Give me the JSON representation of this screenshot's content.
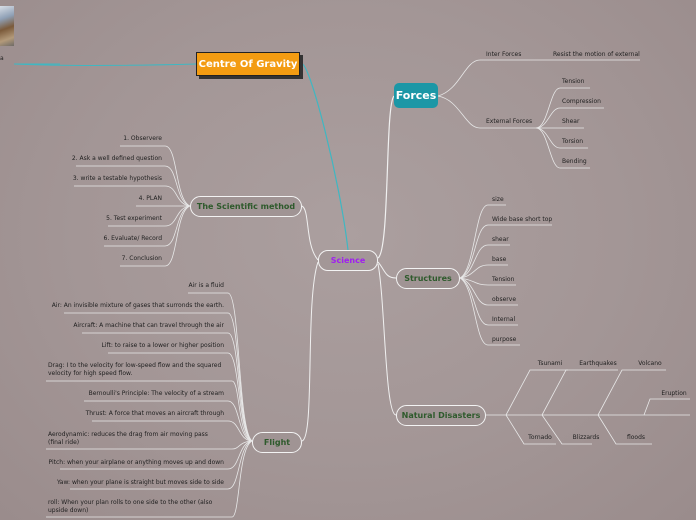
{
  "center": "Science",
  "cog": {
    "title": "Centre Of Gravity",
    "side_text": "a"
  },
  "forces": {
    "title": "Forces",
    "inter": {
      "label": "Inter Forces",
      "detail": "Resist the motion of external"
    },
    "external": {
      "label": "External Forces",
      "items": [
        "Tension",
        "Compression",
        "Shear",
        "Torsion",
        "Bending"
      ]
    }
  },
  "method": {
    "title": "The Scientific method",
    "steps": [
      "1. Observere",
      "2. Ask a well defined question",
      "3.  write a testable hypothesis",
      "4. PLAN",
      "5. Test experiment",
      "6. Evaluate/ Record",
      "7. Conclusion"
    ]
  },
  "structures": {
    "title": "Structures",
    "items": [
      "size",
      "Wide base short top",
      "shear",
      "base",
      "Tension",
      "observe",
      "Internal",
      "purpose"
    ]
  },
  "flight": {
    "title": "Flight",
    "items": [
      "Air is a fluid",
      "Air: An invisible mixture of gases that surronds the earth.",
      "Aircraft: A machine that can travel through the air",
      "Lift: to raise to a lower or higher position",
      "Drag: I to the velocity for low-speed flow and the squared velocity for high speed flow.",
      "Bernoulli's Principle: The velocity of a stream",
      "Thrust: A force that moves an aircraft through",
      "Aerodynamic: reduces the drag from air moving pass  (final ride)",
      "Pitch: when your airplane or anything moves up and down",
      "Yaw: when your plane is straight but moves side to side",
      "roll: When your plan rolls to one side to the other (also upside down)"
    ]
  },
  "disasters": {
    "title": "Natural Disasters",
    "items": [
      "Tsunami",
      "Earthquakes",
      "Volcano",
      "Eruption",
      "Tornado",
      "Blizzards",
      "floods"
    ]
  }
}
